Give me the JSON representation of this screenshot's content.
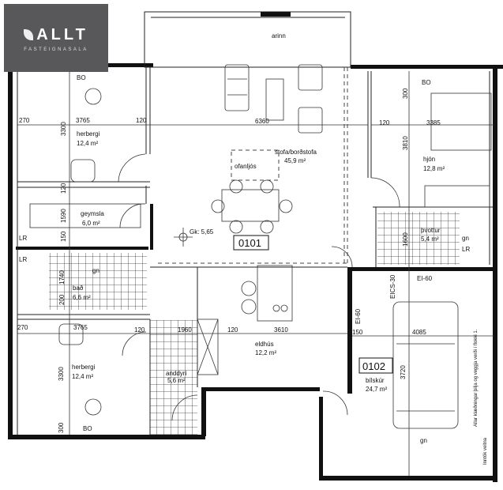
{
  "logo": {
    "name": "ALLT",
    "subtitle": "FASTEIGNASALA",
    "background": "#58585a"
  },
  "rooms": {
    "herbergi1": {
      "name": "herbergi",
      "area": "12,4 m²"
    },
    "geymsla": {
      "name": "geymsla",
      "area": "6,0 m²"
    },
    "stofa": {
      "name": "stofa/borðstofa",
      "area": "45,9 m²"
    },
    "hjon": {
      "name": "hjón",
      "area": "12,8 m²"
    },
    "thvottur": {
      "name": "þvottur",
      "area": "5,4 m²"
    },
    "bad": {
      "name": "bað",
      "area": "6,6 m²"
    },
    "herbergi2": {
      "name": "herbergi",
      "area": "12,4 m²"
    },
    "anddyri": {
      "name": "anddyri",
      "area": "5,6 m²"
    },
    "eldhus": {
      "name": "eldhús",
      "area": "12,2 m²"
    },
    "bilskur": {
      "name": "bílskúr",
      "area": "24,7 m²"
    }
  },
  "unit_numbers": {
    "main": "0101",
    "garage": "0102"
  },
  "labels": {
    "arinn": "arinn",
    "ofanljos": "ofanljós",
    "gk": "Gk: 5,65",
    "bo": "BO",
    "lr": "LR",
    "gn": "gn",
    "ei60": "EI-60",
    "eics30": "EICS-30",
    "garage_note": "Allar klæðningar þilja og veggja verði í flokki 1.",
    "inntok": "Inntök veitna"
  },
  "dimensions": {
    "d270": "270",
    "d3765": "3765",
    "d120": "120",
    "d3300": "3300",
    "d1590": "1590",
    "d150": "150",
    "d6360": "6360",
    "d300": "300",
    "d3385": "3385",
    "d3810": "3810",
    "d1600": "1600",
    "d1740": "1740",
    "d200": "200",
    "d1960": "1960",
    "d3610": "3610",
    "d4085": "4085",
    "d3720": "3720"
  }
}
